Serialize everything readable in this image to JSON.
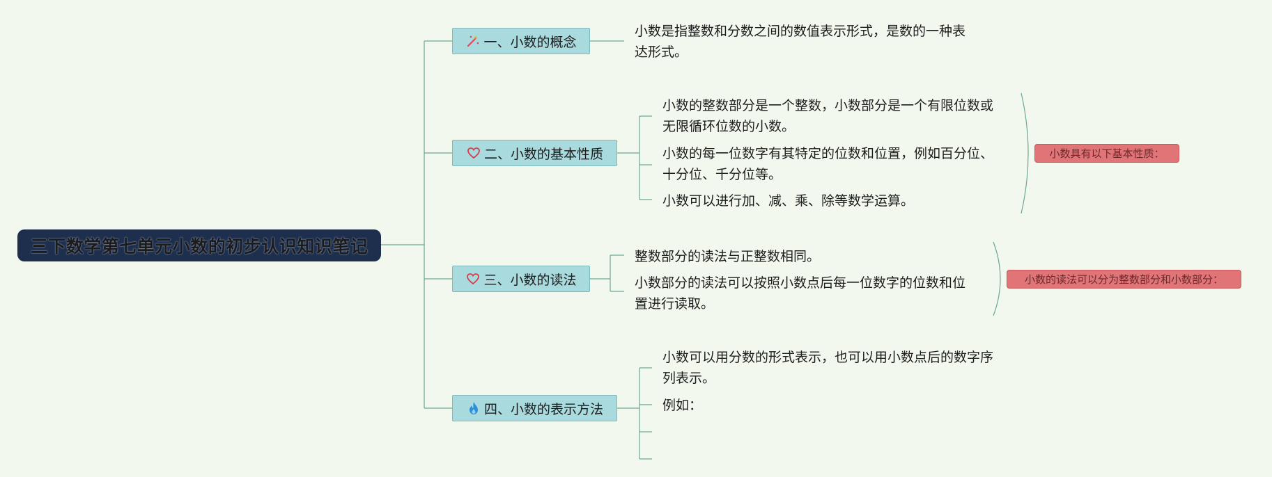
{
  "root": {
    "title": "三下数学第七单元小数的初步认识知识笔记"
  },
  "topics": [
    {
      "label": "一、小数的概念",
      "icon": "magic-wand-icon"
    },
    {
      "label": "二、小数的基本性质",
      "icon": "heart-icon"
    },
    {
      "label": "三、小数的读法",
      "icon": "heart-icon"
    },
    {
      "label": "四、小数的表示方法",
      "icon": "flame-icon"
    }
  ],
  "concept": {
    "lines": [
      "小数是指整数和分数之间的数值表示形式，是数的一种表",
      "达形式。"
    ]
  },
  "properties": {
    "items": [
      {
        "lines": [
          "小数的整数部分是一个整数，小数部分是一个有限位数或",
          "无限循环位数的小数。"
        ]
      },
      {
        "lines": [
          "小数的每一位数字有其特定的位数和位置，例如百分位、",
          "十分位、千分位等。"
        ]
      },
      {
        "lines": [
          "小数可以进行加、减、乘、除等数学运算。"
        ]
      }
    ],
    "summary": "小数具有以下基本性质："
  },
  "reading": {
    "items": [
      {
        "lines": [
          "整数部分的读法与正整数相同。"
        ]
      },
      {
        "lines": [
          "小数部分的读法可以按照小数点后每一位数字的位数和位",
          "置进行读取。"
        ]
      }
    ],
    "summary": "小数的读法可以分为整数部分和小数部分："
  },
  "representation": {
    "items": [
      {
        "lines": [
          "小数可以用分数的形式表示，也可以用小数点后的数字序",
          "列表示。"
        ]
      },
      {
        "lines": [
          "例如："
        ]
      }
    ]
  },
  "colors": {
    "root_fill": "#1e2f4e",
    "topic_fill": "#a9dade",
    "note_fill": "#e07477",
    "connector": "#6aa88f",
    "background": "#f2f8ee"
  }
}
